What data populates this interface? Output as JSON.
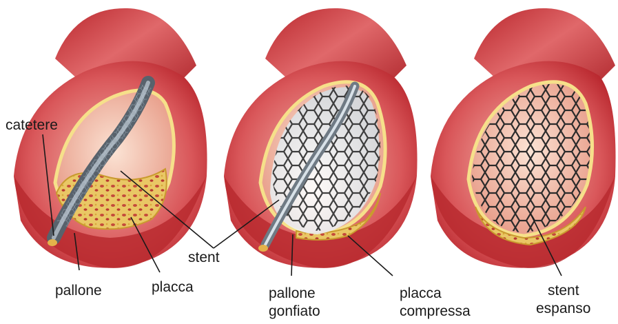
{
  "colors": {
    "vessel_outer": "#c8343a",
    "vessel_light": "#e9a39a",
    "vessel_inner": "#f2c9b8",
    "plaque": "#e8c25a",
    "plaque_dark": "#c99a2e",
    "stent": "#333333",
    "catheter": "#9aa6b2",
    "balloon": "#eef2f4"
  },
  "labels": {
    "catheter": "catetere",
    "balloon": "pallone",
    "plaque": "placca",
    "stent": "stent",
    "balloon_inflated_line1": "pallone",
    "balloon_inflated_line2": "gonfiato",
    "plaque_compressed_line1": "placca",
    "plaque_compressed_line2": "compressa",
    "stent_expanded_line1": "stent",
    "stent_expanded_line2": "espanso"
  },
  "panels": [
    {
      "id": "step-1",
      "stage": "catheter-inserted"
    },
    {
      "id": "step-2",
      "stage": "balloon-inflated"
    },
    {
      "id": "step-3",
      "stage": "stent-expanded"
    }
  ]
}
